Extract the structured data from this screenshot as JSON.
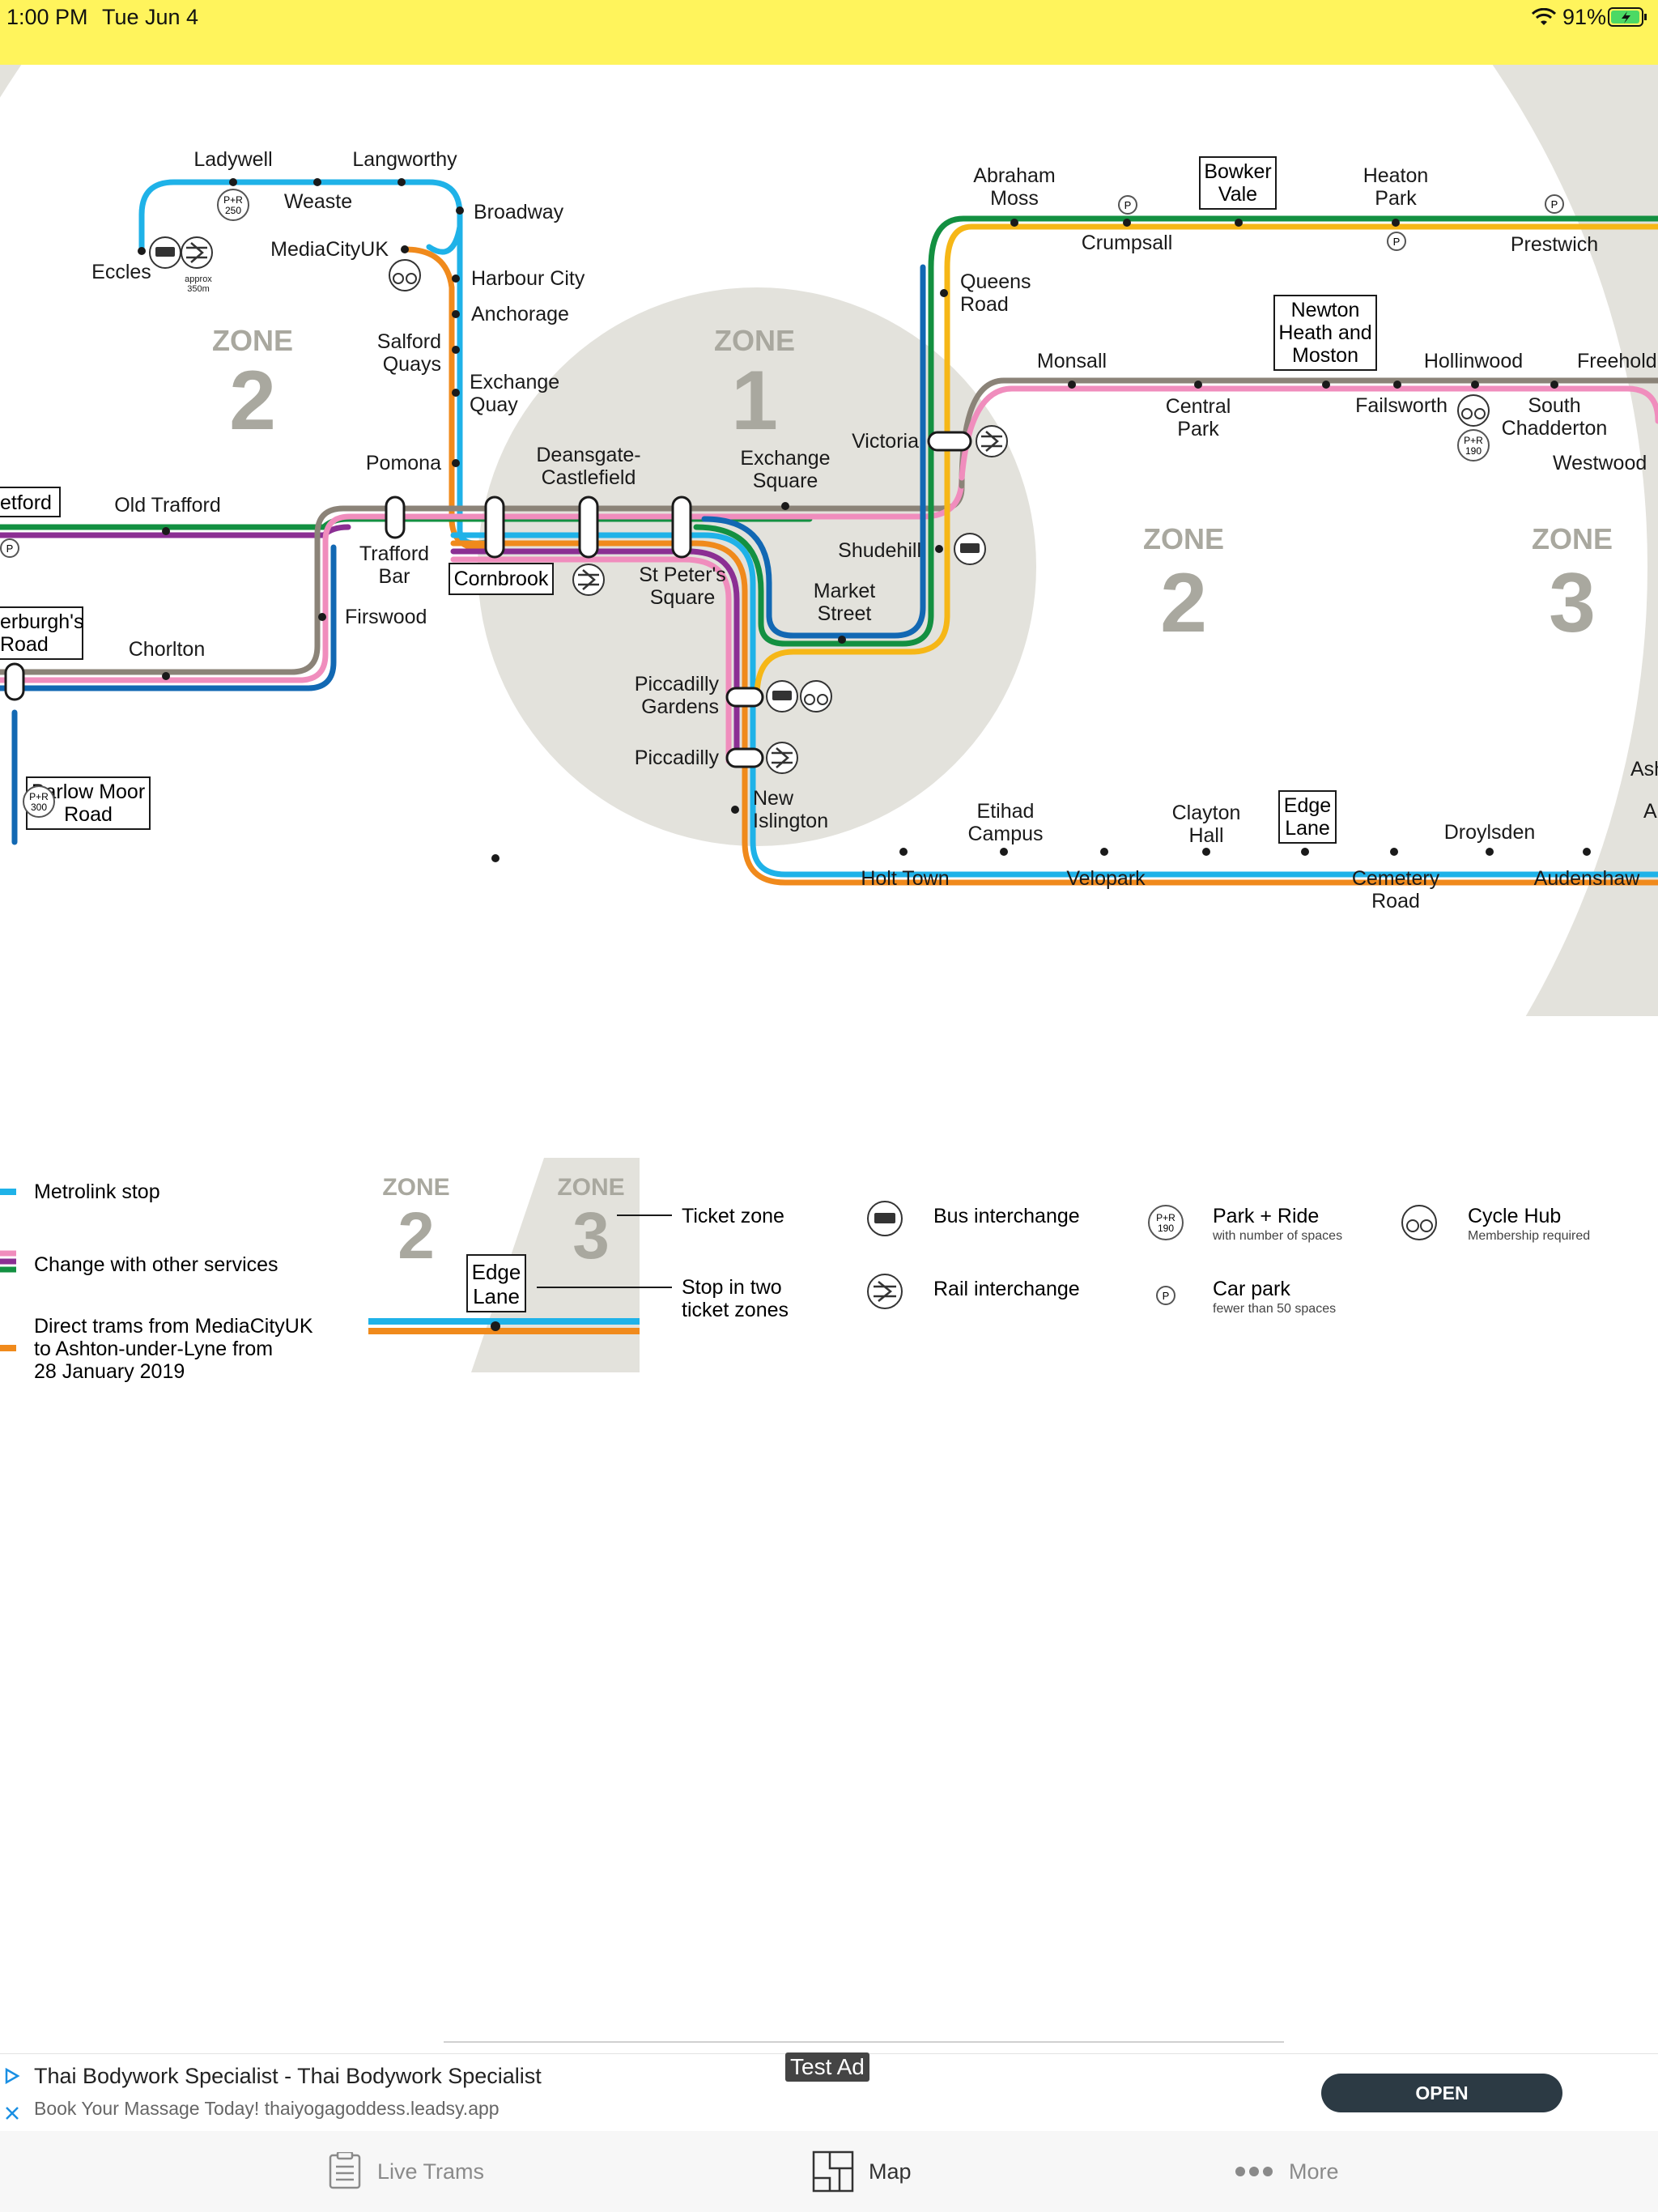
{
  "status_bar": {
    "time": "1:00 PM",
    "date": "Tue Jun 4",
    "battery": "91%"
  },
  "map": {
    "zones": [
      {
        "word": "ZONE",
        "number": "2"
      },
      {
        "word": "ZONE",
        "number": "1"
      },
      {
        "word": "ZONE",
        "number": "2"
      },
      {
        "word": "ZONE",
        "number": "3"
      }
    ],
    "stations": {
      "ladywell": "Ladywell",
      "langworthy": "Langworthy",
      "weaste": "Weaste",
      "broadway": "Broadway",
      "eccles": "Eccles",
      "approx1": "approx",
      "approx2": "350m",
      "mediacity": "MediaCityUK",
      "harbour_city": "Harbour City",
      "anchorage": "Anchorage",
      "salford_quays_1": "Salford",
      "salford_quays_2": "Quays",
      "exchange_quay_1": "Exchange",
      "exchange_quay_2": "Quay",
      "pomona": "Pomona",
      "deansgate_1": "Deansgate-",
      "deansgate_2": "Castlefield",
      "exchange_square_1": "Exchange",
      "exchange_square_2": "Square",
      "old_trafford": "Old Trafford",
      "stretford": "etford",
      "trafford_bar_1": "Trafford",
      "trafford_bar_2": "Bar",
      "cornbrook": "Cornbrook",
      "st_peters_1": "St Peter's",
      "st_peters_2": "Square",
      "firswood": "Firswood",
      "edgeburgh_1": "erburgh's",
      "edgeburgh_2": "Road",
      "chorlton": "Chorlton",
      "barlow_1": "Barlow Moor",
      "barlow_2": "Road",
      "victoria": "Victoria",
      "shudehill": "Shudehill",
      "market_street_1": "Market",
      "market_street_2": "Street",
      "piccadilly_gardens_1": "Piccadilly",
      "piccadilly_gardens_2": "Gardens",
      "piccadilly": "Piccadilly",
      "new_islington_1": "New",
      "new_islington_2": "Islington",
      "abraham_moss_1": "Abraham",
      "abraham_moss_2": "Moss",
      "crumpsall": "Crumpsall",
      "bowker_vale_1": "Bowker",
      "bowker_vale_2": "Vale",
      "heaton_park_1": "Heaton",
      "heaton_park_2": "Park",
      "prestwich": "Prestwich",
      "queens_road_1": "Queens",
      "queens_road_2": "Road",
      "newton_heath_1": "Newton",
      "newton_heath_2": "Heath and",
      "newton_heath_3": "Moston",
      "monsall": "Monsall",
      "central_park_1": "Central",
      "central_park_2": "Park",
      "hollinwood": "Hollinwood",
      "freehold": "Freehold",
      "failsworth": "Failsworth",
      "south_chadderton_1": "South",
      "south_chadderton_2": "Chadderton",
      "westwood": "Westwood",
      "holt_town": "Holt Town",
      "etihad_1": "Etihad",
      "etihad_2": "Campus",
      "velopark": "Velopark",
      "clayton_hall_1": "Clayton",
      "clayton_hall_2": "Hall",
      "edge_lane_1": "Edge",
      "edge_lane_2": "Lane",
      "droylsden": "Droylsden",
      "cemetery_road_1": "Cemetery",
      "cemetery_road_2": "Road",
      "audenshaw": "Audenshaw",
      "ash": "Ash",
      "a_edge": "A"
    },
    "park_ride": {
      "pr_label": "P+R",
      "pr250": "250",
      "pr190": "190",
      "pr300": "300",
      "p": "P"
    }
  },
  "legend": {
    "metrolink_stop": "Metrolink stop",
    "change_services": "Change with other services",
    "direct_1": "Direct trams from MediaCityUK",
    "direct_2": "to Ashton-under-Lyne from",
    "direct_3": "28 January 2019",
    "zone_word": "ZONE",
    "zone_a": "2",
    "zone_b": "3",
    "edge_1": "Edge",
    "edge_2": "Lane",
    "ticket_zone": "Ticket zone",
    "stop_two_1": "Stop in two",
    "stop_two_2": "ticket zones",
    "bus_interchange": "Bus interchange",
    "rail_interchange": "Rail interchange",
    "park_ride": "Park + Ride",
    "park_ride_sub": "with number of spaces",
    "pr_icon_1": "P+R",
    "pr_icon_2": "190",
    "car_park": "Car park",
    "car_park_sub": "fewer than 50 spaces",
    "p_icon": "P",
    "cycle_hub": "Cycle Hub",
    "cycle_hub_sub": "Membership required"
  },
  "ad": {
    "tag": "Test Ad",
    "title": "Thai Bodywork Specialist - Thai Bodywork Specialist",
    "subtitle": "Book Your Massage Today! thaiyogagoddess.leadsy.app",
    "open": "OPEN"
  },
  "tabs": {
    "live_trams": "Live Trams",
    "map": "Map",
    "more": "More"
  },
  "colors": {
    "zone_fill": "#e3e2dc",
    "blue": "#1fb2e8",
    "green": "#139041",
    "orange": "#f08a1c",
    "pink": "#f08dbd",
    "purple": "#8b2f93",
    "grey": "#8b8378",
    "yellow": "#f6b717",
    "navy": "#1268b3"
  }
}
